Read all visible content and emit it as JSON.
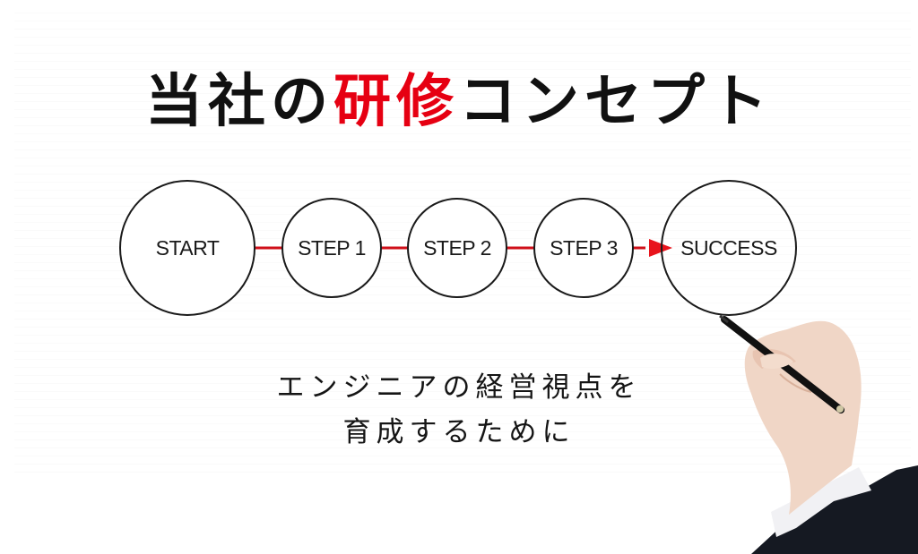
{
  "title": {
    "part1": "当社の",
    "accent": "研修",
    "part2": "コンセプト",
    "accent_color": "#e60012"
  },
  "flow": {
    "nodes": [
      {
        "id": "start",
        "label": "START",
        "size": "large"
      },
      {
        "id": "step1",
        "label": "STEP 1",
        "size": "small"
      },
      {
        "id": "step2",
        "label": "STEP 2",
        "size": "small"
      },
      {
        "id": "step3",
        "label": "STEP 3",
        "size": "small"
      },
      {
        "id": "success",
        "label": "SUCCESS",
        "size": "large"
      }
    ],
    "connector_color": "#d0101a",
    "arrow_color": "#e8141c"
  },
  "subtitle": {
    "line1": "エンジニアの経営視点を",
    "line2": "育成するために"
  },
  "illustration": {
    "icon": "hand-writing-with-pen-icon"
  }
}
